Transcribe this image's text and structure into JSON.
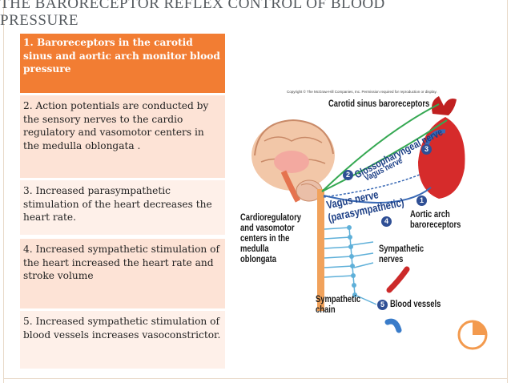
{
  "title": {
    "line1": "THE BARORECEPTOR REFLEX CONTROL OF BLOOD",
    "line2": "PRESSURE"
  },
  "steps": [
    {
      "text": "1. Baroreceptors in the carotid sinus and aortic arch monitor blood pressure"
    },
    {
      "text": "2. Action potentials are conducted by the sensory nerves to the cardio regulatory and vasomotor centers in the medulla oblongata ."
    },
    {
      "text": "3. Increased parasympathetic stimulation of the heart decreases the heart rate."
    },
    {
      "text": "4. Increased sympathetic stimulation of the heart increased the heart rate and stroke volume"
    },
    {
      "text": "5. Increased sympathetic stimulation of blood vessels increases vasoconstrictor."
    }
  ],
  "figure": {
    "copyright": "Copyright © The McGraw-Hill Companies, Inc. Permission required for reproduction or display.",
    "labels": {
      "carotid": "Carotid sinus baroreceptors",
      "glosso": "Glossopharyngeal nerve",
      "vagus_upper": "Vagus nerve",
      "vagus_para_1": "Vagus nerve",
      "vagus_para_2": "(parasympathetic)",
      "cardio_1": "Cardioregulatory",
      "cardio_2": "and vasomotor",
      "cardio_3": "centers in the",
      "cardio_4": "medulla",
      "cardio_5": "oblongata",
      "aortic_1": "Aortic arch",
      "aortic_2": "baroreceptors",
      "symp_nerves_1": "Sympathetic",
      "symp_nerves_2": "nerves",
      "symp_chain_1": "Sympathetic",
      "symp_chain_2": "chain",
      "vessels": "Blood vessels"
    },
    "numbers": [
      "1",
      "2",
      "3",
      "4",
      "5"
    ]
  },
  "colors": {
    "accent": "#f27d33",
    "row_dark": "#fde3d6",
    "row_light": "#fef0e9",
    "nerve_blue": "#2f4f95"
  }
}
